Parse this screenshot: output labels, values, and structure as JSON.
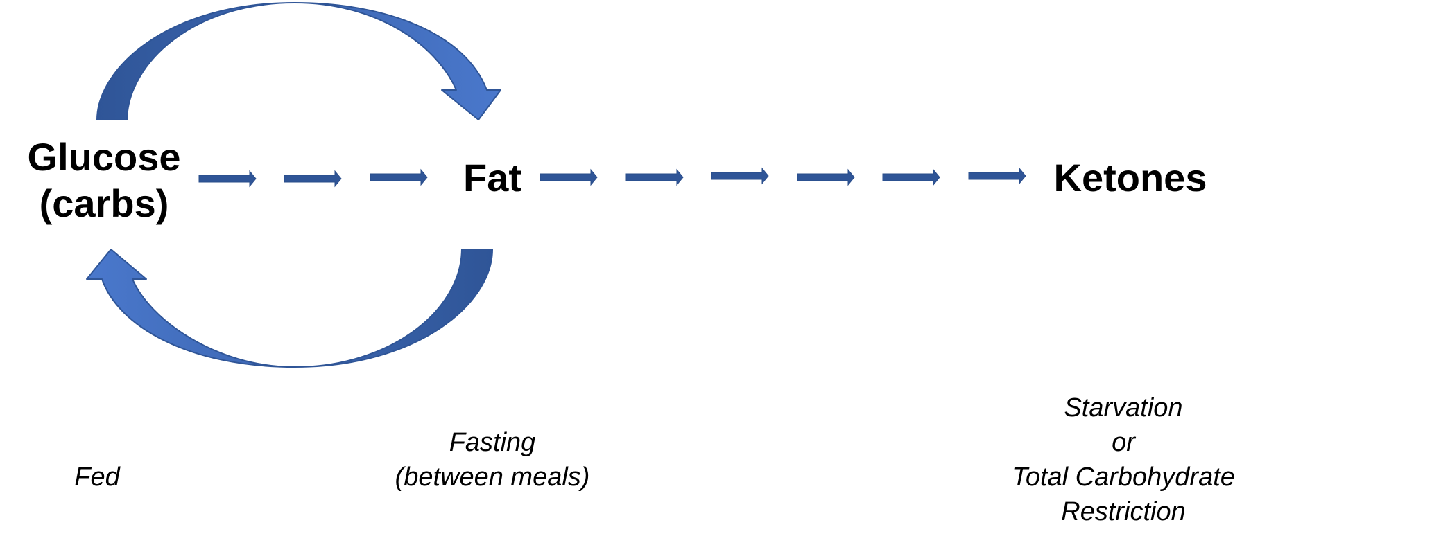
{
  "diagram": {
    "nodes": {
      "glucose": {
        "line1": "Glucose",
        "line2": "(carbs)"
      },
      "fat": {
        "label": "Fat"
      },
      "ketones": {
        "label": "Ketones"
      }
    },
    "states": {
      "fed": {
        "label": "Fed"
      },
      "fasting": {
        "line1": "Fasting",
        "line2": "(between meals)"
      },
      "starvation": {
        "line1": "Starvation",
        "line2": "or",
        "line3": "Total Carbohydrate",
        "line4": "Restriction"
      }
    },
    "colors": {
      "arrow_light": "#4472c4",
      "arrow_dark": "#2f5597",
      "dash_arrow": "#2f5597",
      "text": "#000000"
    }
  }
}
